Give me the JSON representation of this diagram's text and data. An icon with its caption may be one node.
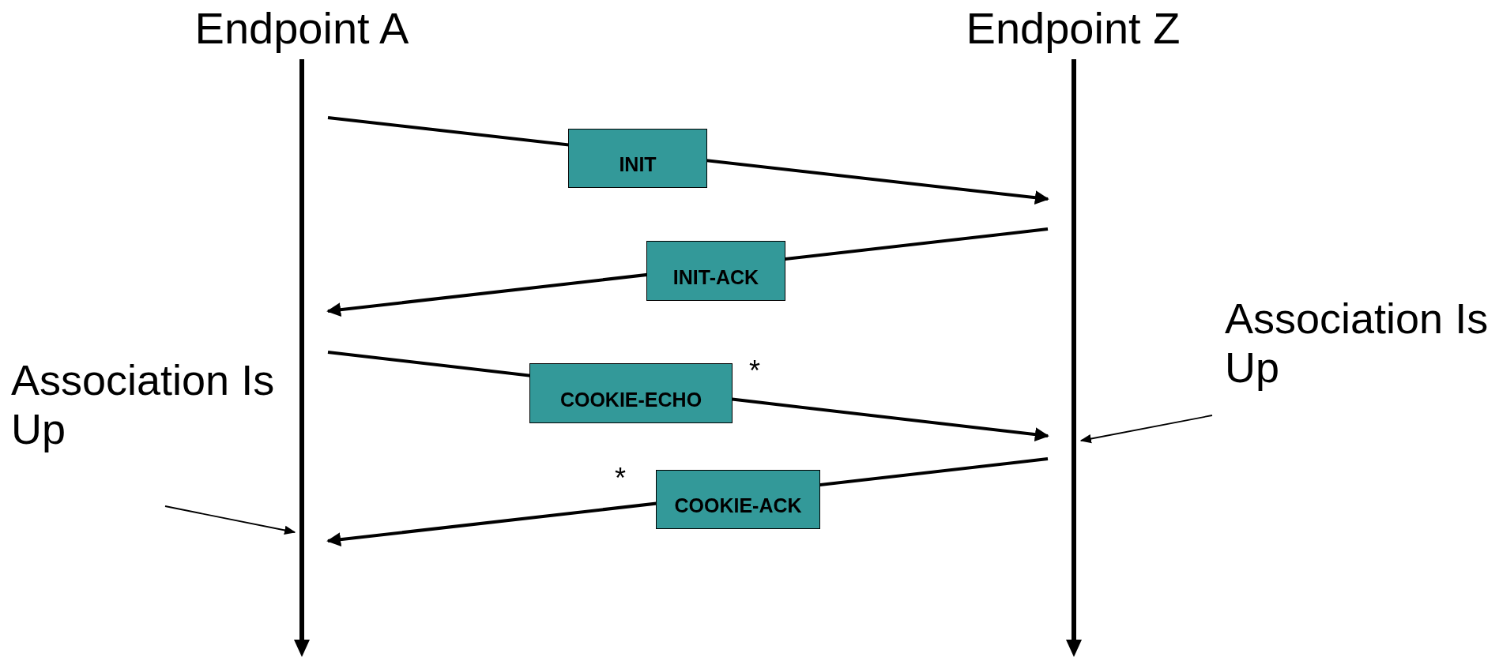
{
  "diagram": {
    "nodes": [
      {
        "text": [
          "Endpoint A"
        ]
      },
      {
        "text": [
          "Endpoint Z"
        ]
      },
      {
        "text": [],
        "shape": "bar"
      },
      {
        "text": [],
        "shape": "bar"
      },
      {
        "text": [
          "Association Is Up"
        ]
      },
      {
        "text": [
          "Association Is Up"
        ]
      }
    ],
    "edges": [
      {
        "from": 2,
        "to": 3,
        "arrow": "to",
        "label": "INIT"
      },
      {
        "from": 3,
        "to": 2,
        "arrow": "to",
        "label": "INIT-ACK"
      },
      {
        "from": 2,
        "to": 3,
        "arrow": "to",
        "label": "COOKIE-ECHO"
      },
      {
        "from": 3,
        "to": 2,
        "arrow": "to",
        "label": "COOKIE-ACK"
      },
      {
        "from": 4,
        "to": 3,
        "arrow": "to"
      },
      {
        "from": 5,
        "to": 2,
        "arrow": "to"
      }
    ],
    "labels": [
      "*",
      "*"
    ]
  }
}
